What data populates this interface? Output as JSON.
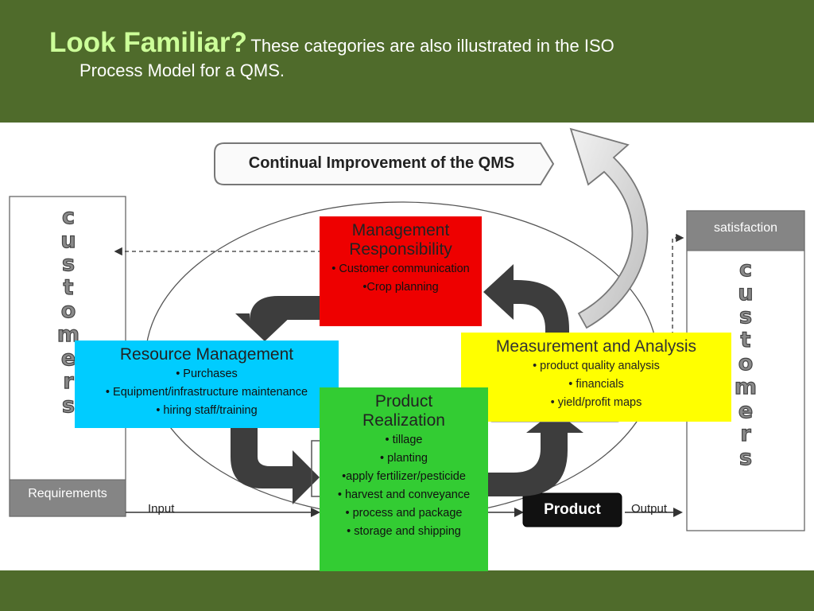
{
  "slide": {
    "title_big": "Look Familiar?",
    "title_rest": "These categories are also illustrated in the ISO",
    "title_line2": "Process Model for a QMS."
  },
  "diagram": {
    "continual_label": "Continual Improvement of the QMS",
    "left_panel": {
      "word": "customers",
      "footer": "Requirements"
    },
    "right_panel": {
      "header": "satisfaction",
      "word": "customers"
    },
    "input_label": "Input",
    "output_label": "Output",
    "product_label": "Product",
    "boxes": {
      "management": {
        "title": "Management Responsibility",
        "items": [
          "• Customer communication",
          "•Crop planning"
        ],
        "color": "#ee0000"
      },
      "resource": {
        "title": "Resource Management",
        "items": [
          "• Purchases",
          "• Equipment/infrastructure maintenance",
          "• hiring staff/training"
        ],
        "color": "#00ccff"
      },
      "measurement": {
        "title": "Measurement and Analysis",
        "items": [
          "• product quality analysis",
          "• financials",
          "• yield/profit maps"
        ],
        "color": "#ffff00"
      },
      "product": {
        "title": "Product Realization",
        "items": [
          "• tillage",
          "• planting",
          "•apply fertilizer/pesticide",
          "• harvest and conveyance",
          "• process and package",
          "• storage and shipping"
        ],
        "color": "#33cc33"
      }
    }
  }
}
